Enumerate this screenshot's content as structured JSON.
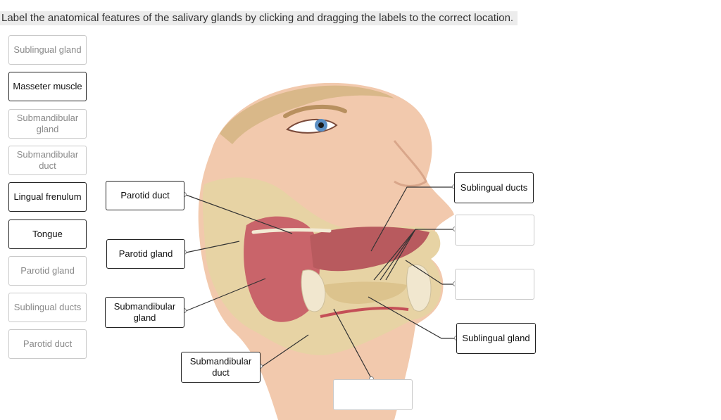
{
  "instruction": "Label the anatomical features of the salivary glands by clicking and dragging the labels to the correct location.",
  "bank": [
    {
      "label": "Sublingual gland",
      "state": "available"
    },
    {
      "label": "Masseter muscle",
      "state": "unplaced"
    },
    {
      "label": "Submandibular gland",
      "state": "available"
    },
    {
      "label": "Submandibular duct",
      "state": "available"
    },
    {
      "label": "Lingual frenulum",
      "state": "unplaced"
    },
    {
      "label": "Tongue",
      "state": "unplaced"
    },
    {
      "label": "Parotid gland",
      "state": "available"
    },
    {
      "label": "Sublingual ducts",
      "state": "available"
    },
    {
      "label": "Parotid duct",
      "state": "available"
    }
  ],
  "targets": {
    "parotid_duct": "Parotid duct",
    "parotid_gland": "Parotid gland",
    "submandibular_gland": "Submandibular gland",
    "submandibular_duct": "Submandibular duct",
    "sublingual_ducts": "Sublingual ducts",
    "right_empty_1": "",
    "right_empty_2": "",
    "sublingual_gland": "Sublingual gland",
    "bottom_empty": ""
  },
  "colors": {
    "skin": "#f2c9ad",
    "muscle": "#c9646a",
    "gland": "#e7d3a4",
    "bone": "#f1e7cf",
    "hair": "#d9b889"
  }
}
